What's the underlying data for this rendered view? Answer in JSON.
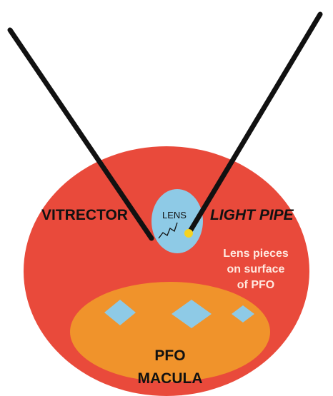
{
  "labels": {
    "vitrector": "VITRECTOR",
    "lens": "LENS",
    "light_pipe": "LIGHT PIPE",
    "lens_pieces_line1": "Lens pieces",
    "lens_pieces_line2": "on surface",
    "lens_pieces_line3": "of PFO",
    "pfo": "PFO",
    "macula": "MACULA"
  },
  "colors": {
    "eye_background": "#e94a3b",
    "pfo_layer": "#f0932b",
    "lens_fragment": "#8ecae6",
    "light_tip": "#f5d321",
    "instrument": "#111111",
    "label_dark": "#111111",
    "label_light": "#ffe9e0"
  }
}
